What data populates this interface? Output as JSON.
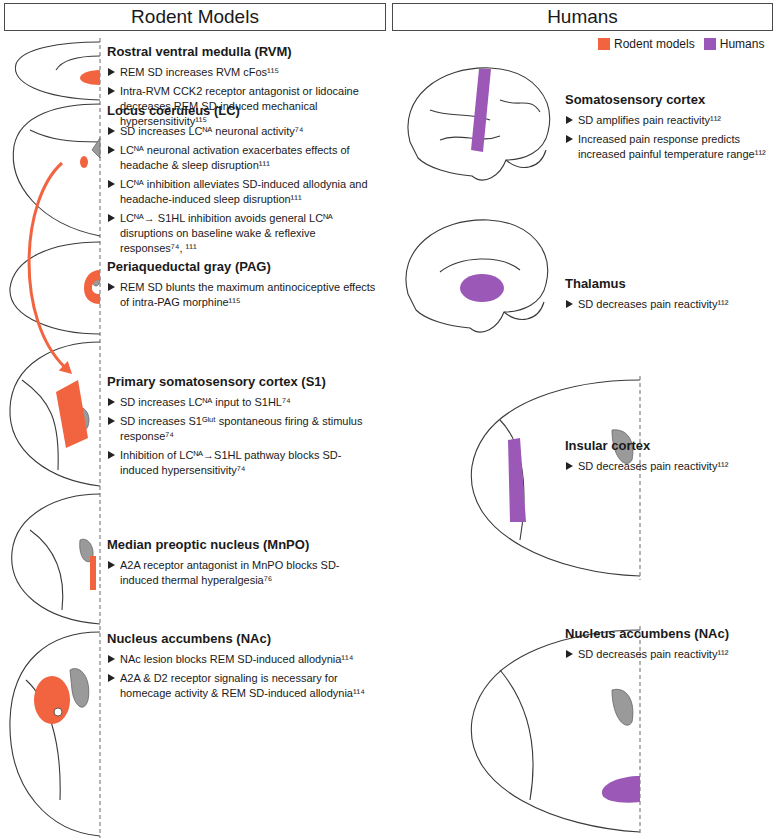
{
  "diagram": {
    "nodes": [
      {
        "text": [
          "Rodent Models"
        ]
      },
      {
        "text": [
          "Humans"
        ]
      },
      {
        "text": [
          "Rostral ventral medulla (RVM)",
          "REM SD increases RVM cFos¹¹⁵",
          "Intra-RVM CCK2 receptor antagonist or lidocaine decreases REM SD-induced mechanical hypersensitivity¹¹⁵"
        ]
      },
      {
        "text": [
          "Locus coeruleus (LC)",
          "SD increases LCᴺᴬ neuronal activity⁷⁴",
          "LCᴺᴬ neuronal activation exacerbates effects of headache & sleep disruption¹¹¹",
          "LCᴺᴬ inhibition alleviates SD-induced allodynia and headache-induced sleep disruption¹¹¹",
          "LCᴺᴬ→ S1HL inhibition avoids general LCᴺᴬ disruptions on baseline wake & reflexive responses⁷⁴, ¹¹¹"
        ]
      },
      {
        "text": [
          "Periaqueductal gray (PAG)",
          "REM SD blunts the maximum antinociceptive effects of intra-PAG morphine¹¹⁵"
        ]
      },
      {
        "text": [
          "Primary somatosensory cortex (S1)",
          "SD increases LCᴺᴬ input to S1HL⁷⁴",
          "SD increases S1ᴳˡᵘᵗ spontaneous firing & stimulus response⁷⁴",
          "Inhibition of LCᴺᴬ→S1HL pathway blocks SD-induced hypersensitivity⁷⁴"
        ]
      },
      {
        "text": [
          "Median preoptic nucleus (MnPO)",
          "A2A receptor antagonist in MnPO blocks SD-induced thermal hyperalgesia⁷⁶"
        ]
      },
      {
        "text": [
          "Nucleus accumbens (NAc)",
          "NAc lesion blocks REM SD-induced allodynia¹¹⁴",
          "A2A & D2 receptor signaling is necessary for homecage activity & REM SD-induced allodynia¹¹⁴"
        ]
      },
      {
        "text": [
          "Somatosensory cortex",
          "SD amplifies pain reactivity¹¹²",
          "Increased pain response predicts increased painful temperature range¹¹²"
        ]
      },
      {
        "text": [
          "Thalamus",
          "SD decreases pain reactivity¹¹²"
        ]
      },
      {
        "text": [
          "Insular cortex",
          "SD decreases pain reactivity¹¹²"
        ]
      },
      {
        "text": [
          "Nucleus accumbens (NAc)",
          "SD decreases pain reactivity¹¹²"
        ]
      }
    ],
    "edges": [
      {
        "from": 3,
        "to": 5,
        "arrow": "to"
      }
    ],
    "legend": [
      {
        "text": "Rodent models",
        "color": "#f2643f"
      },
      {
        "text": "Humans",
        "color": "#9b58b6"
      }
    ]
  }
}
